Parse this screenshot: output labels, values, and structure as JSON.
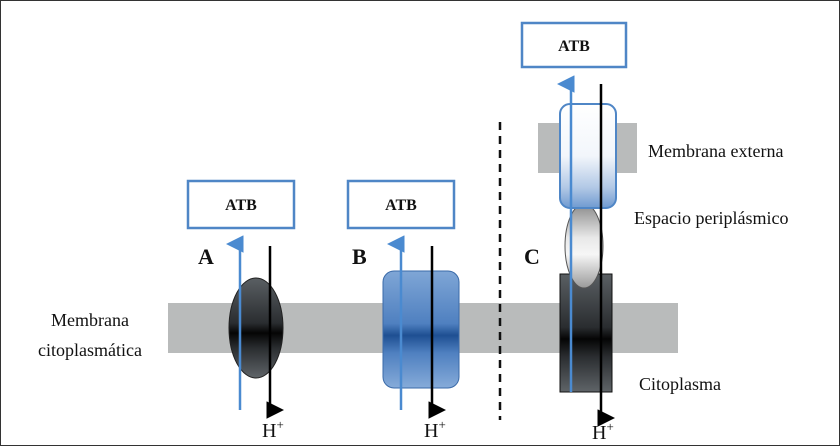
{
  "labels": {
    "membrane_cytoplasmic_line1": "Membrana",
    "membrane_cytoplasmic_line2": "citoplasmática",
    "membrane_external": "Membrana externa",
    "periplasmic_space": "Espacio periplásmico",
    "cytoplasm": "Citoplasma"
  },
  "panels": [
    {
      "letter": "A",
      "atb": "ATB",
      "proton": "H",
      "proton_charge": "+"
    },
    {
      "letter": "B",
      "atb": "ATB",
      "proton": "H",
      "proton_charge": "+"
    },
    {
      "letter": "C",
      "atb": "ATB",
      "proton": "H",
      "proton_charge": "+"
    }
  ],
  "colors": {
    "membrane": "#b9bbbb",
    "atb_border": "#4f86c6",
    "blue_arrow": "#4a8ad0",
    "black_arrow": "#000000"
  }
}
